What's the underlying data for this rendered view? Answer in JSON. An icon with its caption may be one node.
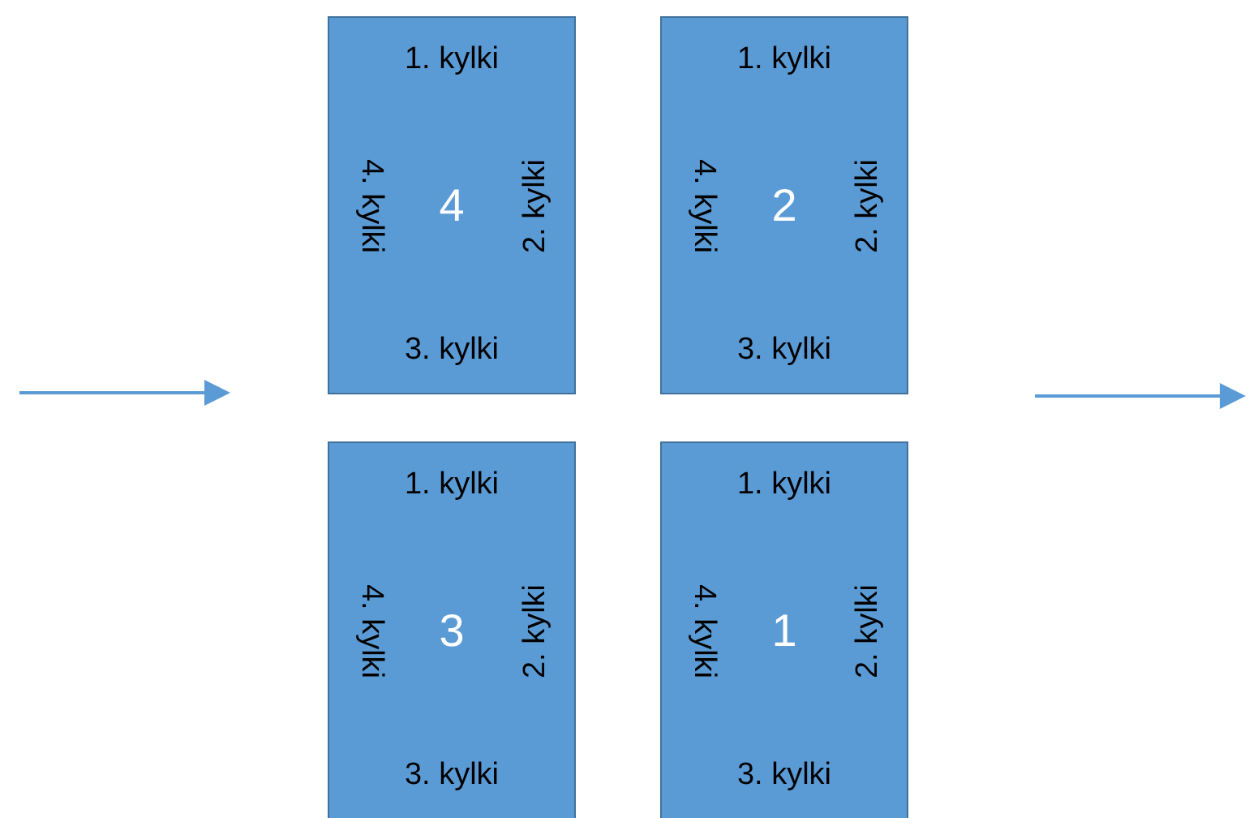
{
  "diagram": {
    "nodes": [
      {
        "text": [
          "1. kylki",
          "4. kylki",
          "4",
          "2. kylki",
          "3. kylki"
        ]
      },
      {
        "text": [
          "1. kylki",
          "4. kylki",
          "2",
          "2. kylki",
          "3. kylki"
        ]
      },
      {
        "text": [
          "1. kylki",
          "4. kylki",
          "3",
          "2. kylki",
          "3. kylki"
        ]
      },
      {
        "text": [
          "1. kylki",
          "4. kylki",
          "1",
          "2. kylki",
          "3. kylki"
        ]
      }
    ]
  }
}
